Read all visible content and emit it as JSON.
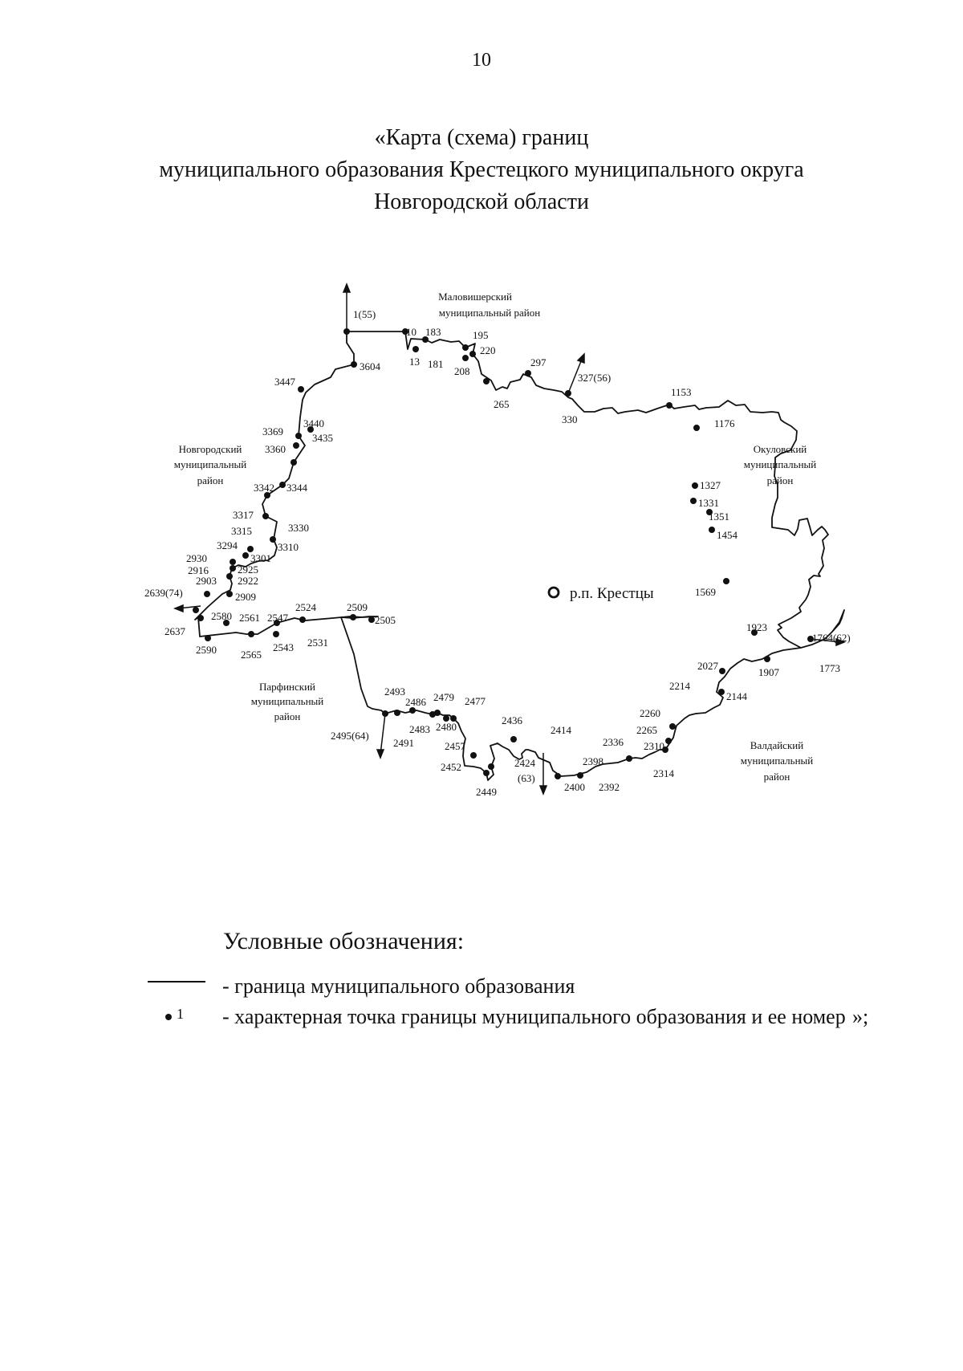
{
  "page_number": "10",
  "title": {
    "line1": "«Карта (схема) границ",
    "line2": "муниципального образования Крестецкого муниципального округа",
    "line3": "Новгородской области"
  },
  "map": {
    "settlement": "р.п. Крестцы",
    "neighbors": {
      "malovishersky": [
        "Маловишерский",
        "муниципальный район"
      ],
      "novgorodsky": [
        "Новгородский",
        "муниципальный",
        "район"
      ],
      "okulovsky": [
        "Окуловский",
        "муниципальный",
        "район"
      ],
      "parfinsky": [
        "Парфинский",
        "муниципальный",
        "район"
      ],
      "valdaysky": [
        "Валдайский",
        "муниципальный",
        "район"
      ]
    },
    "point_labels": [
      "1(55)",
      "10",
      "183",
      "195",
      "220",
      "13",
      "181",
      "208",
      "297",
      "327(56)",
      "265",
      "330",
      "1153",
      "1176",
      "1327",
      "1331",
      "1351",
      "1454",
      "1569",
      "1923",
      "1764(62)",
      "1907",
      "1773",
      "2027",
      "2214",
      "2144",
      "2260",
      "2265",
      "2310",
      "2314",
      "2336",
      "2398",
      "2400",
      "2392",
      "2414",
      "2424",
      "(63)",
      "2436",
      "2449",
      "2452",
      "2457",
      "2477",
      "2479",
      "2480",
      "2483",
      "2486",
      "2493",
      "2491",
      "2495(64)",
      "2505",
      "2509",
      "2524",
      "2531",
      "2547",
      "2543",
      "2561",
      "2565",
      "2580",
      "2590",
      "2637",
      "2639(74)",
      "2909",
      "2903",
      "2922",
      "2916",
      "2925",
      "2930",
      "3301",
      "3294",
      "3310",
      "3315",
      "3330",
      "3317",
      "3342",
      "3344",
      "3360",
      "3369",
      "3435",
      "3440",
      "3447",
      "3604"
    ]
  },
  "legend": {
    "title": "Условные обозначения:",
    "boundary": "- граница муниципального образования",
    "point_marker_number": "1",
    "point": "- характерная точка границы муниципального образования и ее номер",
    "closing": "»;"
  }
}
